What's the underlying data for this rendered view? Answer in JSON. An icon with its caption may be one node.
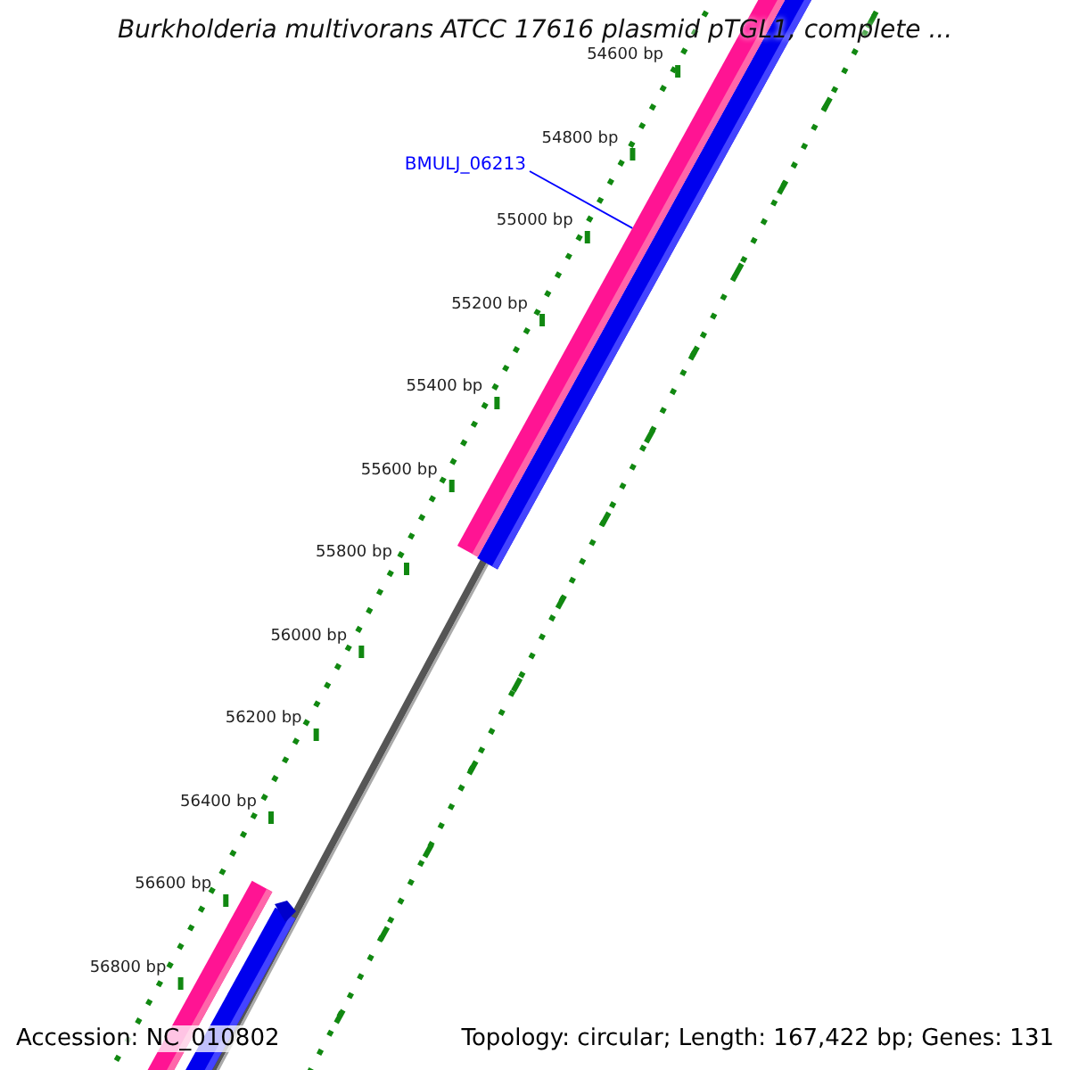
{
  "diagram": {
    "title": "Burkholderia multivorans ATCC 17616 plasmid pTGL1, complete ...",
    "nodes": [
      {
        "text": [
          "BMULJ_06213"
        ]
      },
      {
        "text": [],
        "shape": "bar"
      }
    ],
    "edges": [
      {
        "from": 0,
        "to": 1,
        "arrow": "none"
      }
    ],
    "labels": [
      "54600 bp",
      "54800 bp",
      "55000 bp",
      "55200 bp",
      "55400 bp",
      "55600 bp",
      "55800 bp",
      "56000 bp",
      "56200 bp",
      "56400 bp",
      "56600 bp",
      "56800 bp",
      "Accession: NC_010802",
      "Topology: circular; Length: 167,422 bp; Genes: 131"
    ]
  }
}
